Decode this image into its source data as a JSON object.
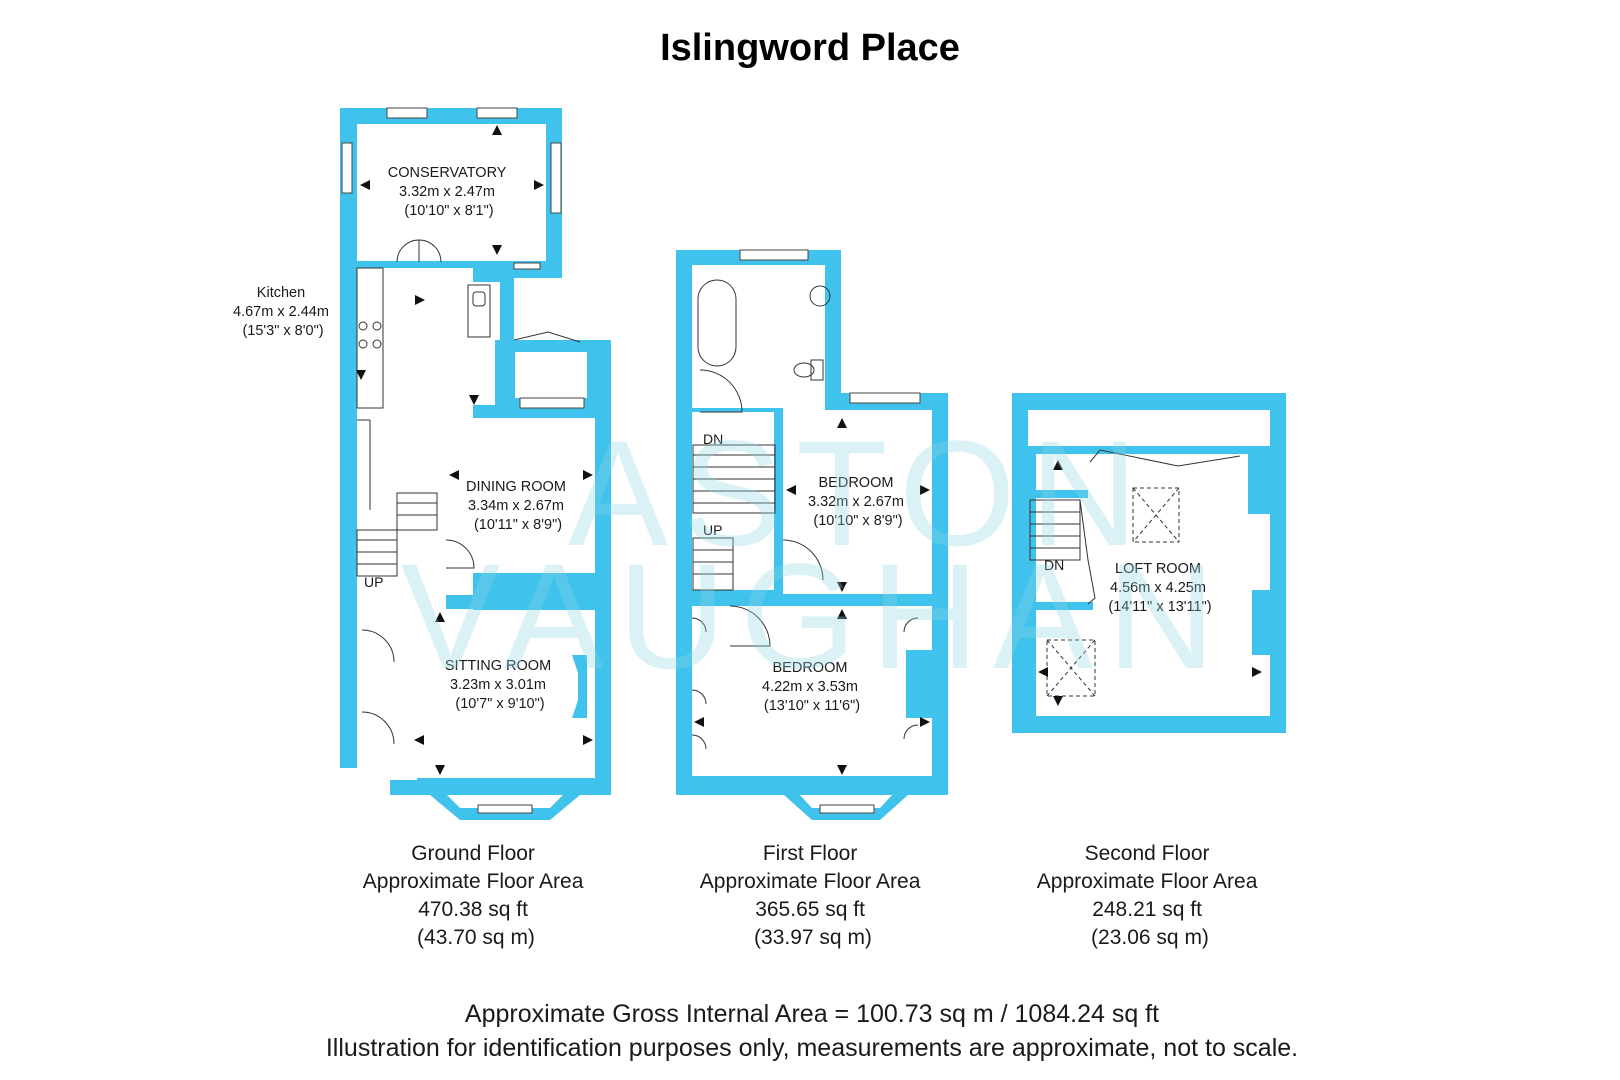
{
  "title": "Islingword Place",
  "watermark": [
    "ASTON",
    "VAUGHAN"
  ],
  "colors": {
    "wall": "#3fc2ec",
    "watermark": "#8ed6e6",
    "text": "#1a1a1a"
  },
  "ground_floor": {
    "rooms": {
      "conservatory": [
        "CONSERVATORY",
        "3.32m x 2.47m",
        "(10'10\" x 8'1\")"
      ],
      "kitchen": [
        "Kitchen",
        "4.67m x 2.44m",
        "(15'3\" x 8'0\")"
      ],
      "dining": [
        "DINING ROOM",
        "3.34m x 2.67m",
        "(10'11\" x 8'9\")"
      ],
      "sitting": [
        "SITTING ROOM",
        "3.23m x 3.01m",
        "(10'7\" x 9'10\")"
      ]
    },
    "stairs": [
      "UP"
    ],
    "caption": [
      "Ground Floor",
      "Approximate Floor Area",
      "470.38 sq ft",
      "(43.70 sq m)"
    ]
  },
  "first_floor": {
    "rooms": {
      "bedroom_rear": [
        "BEDROOM",
        "3.32m x 2.67m",
        "(10'10\" x 8'9\")"
      ],
      "bedroom_front": [
        "BEDROOM",
        "4.22m x 3.53m",
        "(13'10\" x 11'6\")"
      ]
    },
    "stairs": [
      "DN",
      "UP"
    ],
    "caption": [
      "First Floor",
      "Approximate Floor Area",
      "365.65 sq ft",
      "(33.97 sq m)"
    ]
  },
  "second_floor": {
    "rooms": {
      "loft": [
        "LOFT ROOM",
        "4.56m x 4.25m",
        "(14'11\" x 13'11\")"
      ]
    },
    "stairs": [
      "DN"
    ],
    "caption": [
      "Second Floor",
      "Approximate Floor Area",
      "248.21 sq ft",
      "(23.06 sq m)"
    ]
  },
  "footer": [
    "Approximate Gross Internal Area = 100.73 sq m / 1084.24 sq ft",
    "Illustration for identification purposes only, measurements are approximate, not to scale."
  ]
}
